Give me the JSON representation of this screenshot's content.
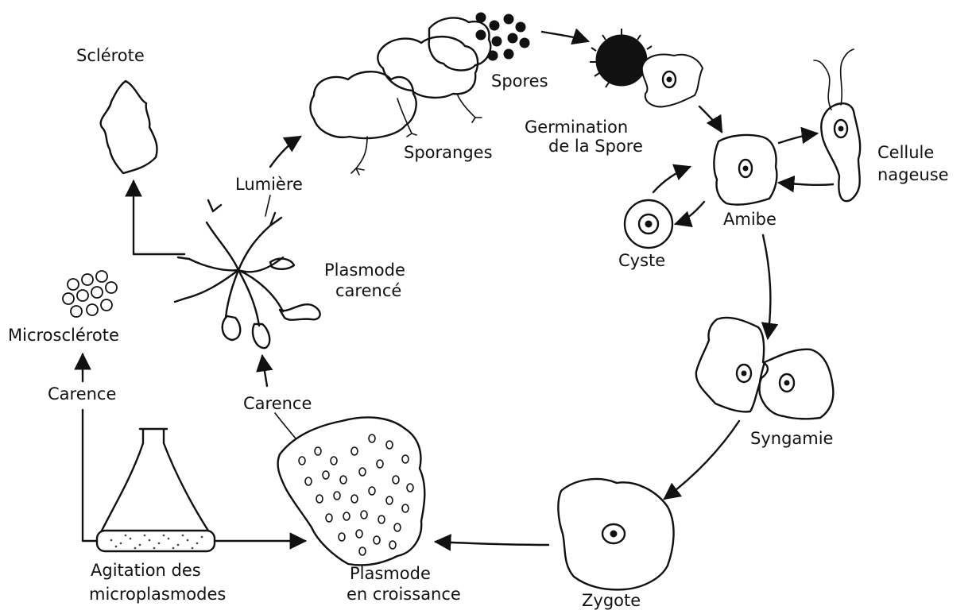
{
  "labels": {
    "sclerote": "Sclérote",
    "spores": "Spores",
    "sporanges": "Sporanges",
    "germination_line1": "Germination",
    "germination_line2": "de la Spore",
    "cellule_line1": "Cellule",
    "cellule_line2": "nageuse",
    "lumiere": "Lumière",
    "amibe": "Amibe",
    "cyste": "Cyste",
    "plasmode_carence_line1": "Plasmode",
    "plasmode_carence_line2": "carencé",
    "microsclerote": "Microsclérote",
    "carence_left": "Carence",
    "carence_center": "Carence",
    "syngamie": "Syngamie",
    "agitation_line1": "Agitation des",
    "agitation_line2": "microplasmodes",
    "plasmode_croissance_line1": "Plasmode",
    "plasmode_croissance_line2": "en croissance",
    "zygote": "Zygote"
  }
}
